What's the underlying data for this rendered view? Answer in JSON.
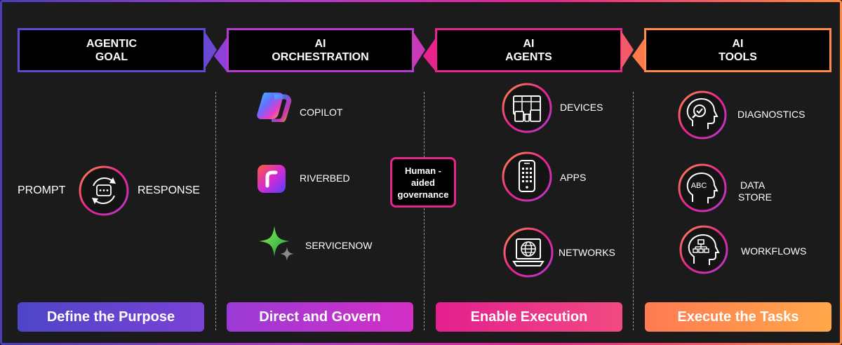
{
  "columns": [
    {
      "header_line1": "AGENTIC",
      "header_line2": "GOAL",
      "footer": "Define the Purpose"
    },
    {
      "header_line1": "AI",
      "header_line2": "ORCHESTRATION",
      "footer": "Direct and Govern"
    },
    {
      "header_line1": "AI",
      "header_line2": "AGENTS",
      "footer": "Enable Execution"
    },
    {
      "header_line1": "AI",
      "header_line2": "TOOLS",
      "footer": "Execute the Tasks"
    }
  ],
  "goal": {
    "prompt": "PROMPT",
    "response": "RESPONSE"
  },
  "orchestration": [
    {
      "label": "COPILOT",
      "icon": "copilot-logo-icon"
    },
    {
      "label": "RIVERBED",
      "icon": "riverbed-logo-icon"
    },
    {
      "label": "SERVICENOW",
      "icon": "servicenow-logo-icon"
    }
  ],
  "governance": {
    "line1": "Human -",
    "line2": "aided",
    "line3": "governance"
  },
  "agents": [
    {
      "label": "DEVICES",
      "icon": "devices-icon"
    },
    {
      "label": "APPS",
      "icon": "smartphone-icon"
    },
    {
      "label": "NETWORKS",
      "icon": "network-globe-icon"
    }
  ],
  "tools": [
    {
      "label": "DIAGNOSTICS",
      "icon": "head-check-icon"
    },
    {
      "label_line1": "DATA",
      "label_line2": "STORE",
      "icon": "head-abc-icon"
    },
    {
      "label": "WORKFLOWS",
      "icon": "head-workflow-icon"
    }
  ],
  "colors": {
    "col1": "#5a4bd1",
    "col2": "#a83ad8",
    "col3": "#e8238e",
    "col4": "#ff8a4a",
    "background": "#1b1b1b"
  }
}
